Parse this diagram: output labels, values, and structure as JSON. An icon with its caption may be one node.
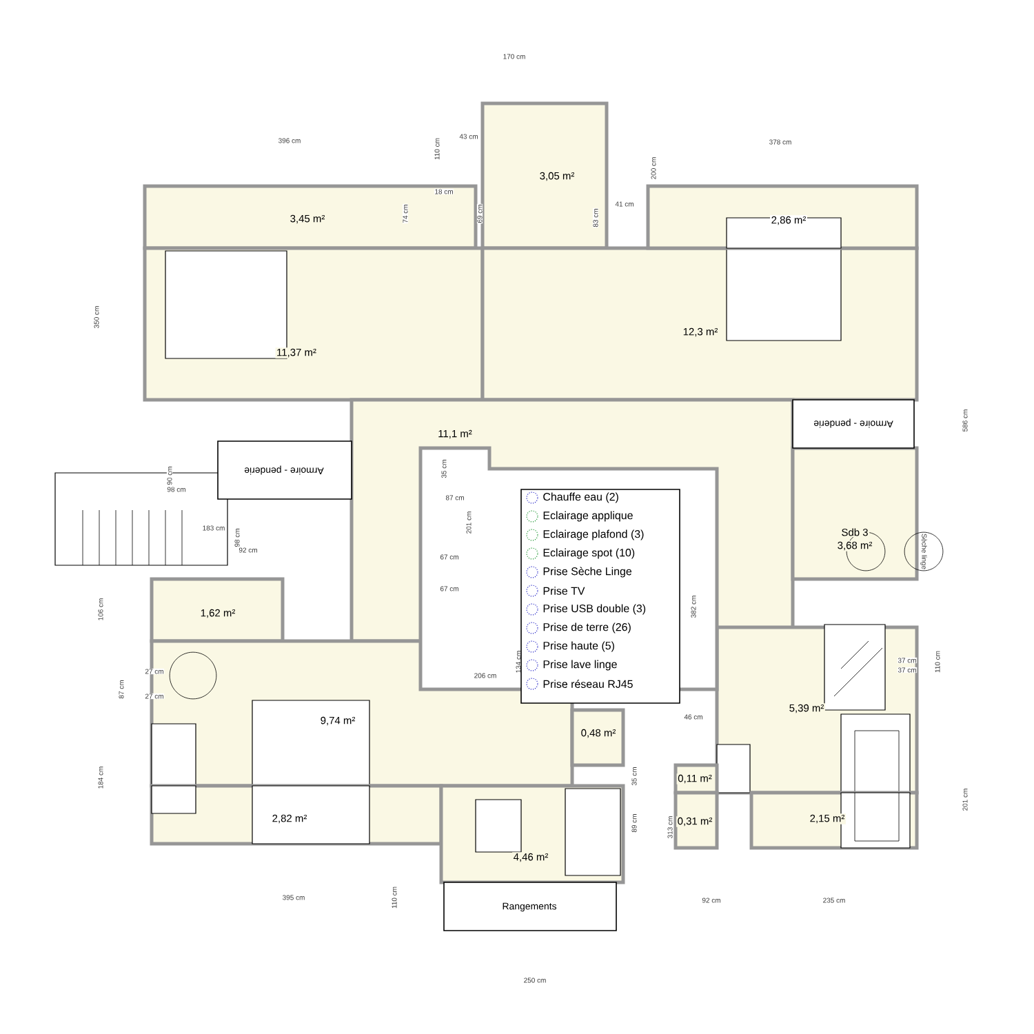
{
  "diagram": {
    "nodes": [
      {
        "text": [
          "3,45 m²"
        ]
      },
      {
        "text": [
          "3,05 m²"
        ]
      },
      {
        "text": [
          "2,86 m²"
        ]
      },
      {
        "text": [
          "11,37 m²"
        ]
      },
      {
        "text": [
          "12,3 m²"
        ]
      },
      {
        "text": [
          "11,1 m²"
        ]
      },
      {
        "text": [
          "Sdb 3",
          "3,68 m²"
        ]
      },
      {
        "text": [
          "1,62 m²"
        ]
      },
      {
        "text": [
          "9,74 m²"
        ]
      },
      {
        "text": [
          "2,82 m²"
        ]
      },
      {
        "text": [
          "4,46 m²"
        ]
      },
      {
        "text": [
          "0,48 m²"
        ]
      },
      {
        "text": [
          "5,39 m²"
        ]
      },
      {
        "text": [
          "0,11 m²"
        ]
      },
      {
        "text": [
          "0,31 m²"
        ]
      },
      {
        "text": [
          "2,15 m²"
        ]
      },
      {
        "text": [
          "Armoire - penderie"
        ]
      },
      {
        "text": [
          "Armoire - penderie"
        ]
      },
      {
        "text": [
          "Rangements"
        ]
      }
    ],
    "labels": [
      "170 cm",
      "396 cm",
      "110 cm",
      "43 cm",
      "18 cm",
      "74 cm",
      "69 cm",
      "83 cm",
      "41 cm",
      "200 cm",
      "378 cm",
      "350 cm",
      "586 cm",
      "90 cm",
      "98 cm",
      "183 cm",
      "98 cm",
      "92 cm",
      "35 cm",
      "87 cm",
      "201 cm",
      "67 cm",
      "67 cm",
      "Sèche linge",
      "106 cm",
      "27 cm",
      "27 cm",
      "87 cm",
      "134 cm",
      "206 cm",
      "382 cm",
      "37 cm",
      "37 cm",
      "110 cm",
      "46 cm",
      "35 cm",
      "89 cm",
      "313 cm",
      "184 cm",
      "201 cm",
      "395 cm",
      "110 cm",
      "92 cm",
      "235 cm",
      "250 cm"
    ],
    "legend": [
      {
        "text": "Chauffe eau (2)"
      },
      {
        "text": "Eclairage applique"
      },
      {
        "text": "Eclairage plafond (3)"
      },
      {
        "text": "Eclairage spot (10)"
      },
      {
        "text": "Prise Sèche Linge"
      },
      {
        "text": "Prise TV"
      },
      {
        "text": "Prise USB double (3)"
      },
      {
        "text": "Prise de terre (26)"
      },
      {
        "text": "Prise haute (5)"
      },
      {
        "text": "Prise lave linge"
      },
      {
        "text": "Prise réseau RJ45"
      }
    ]
  }
}
